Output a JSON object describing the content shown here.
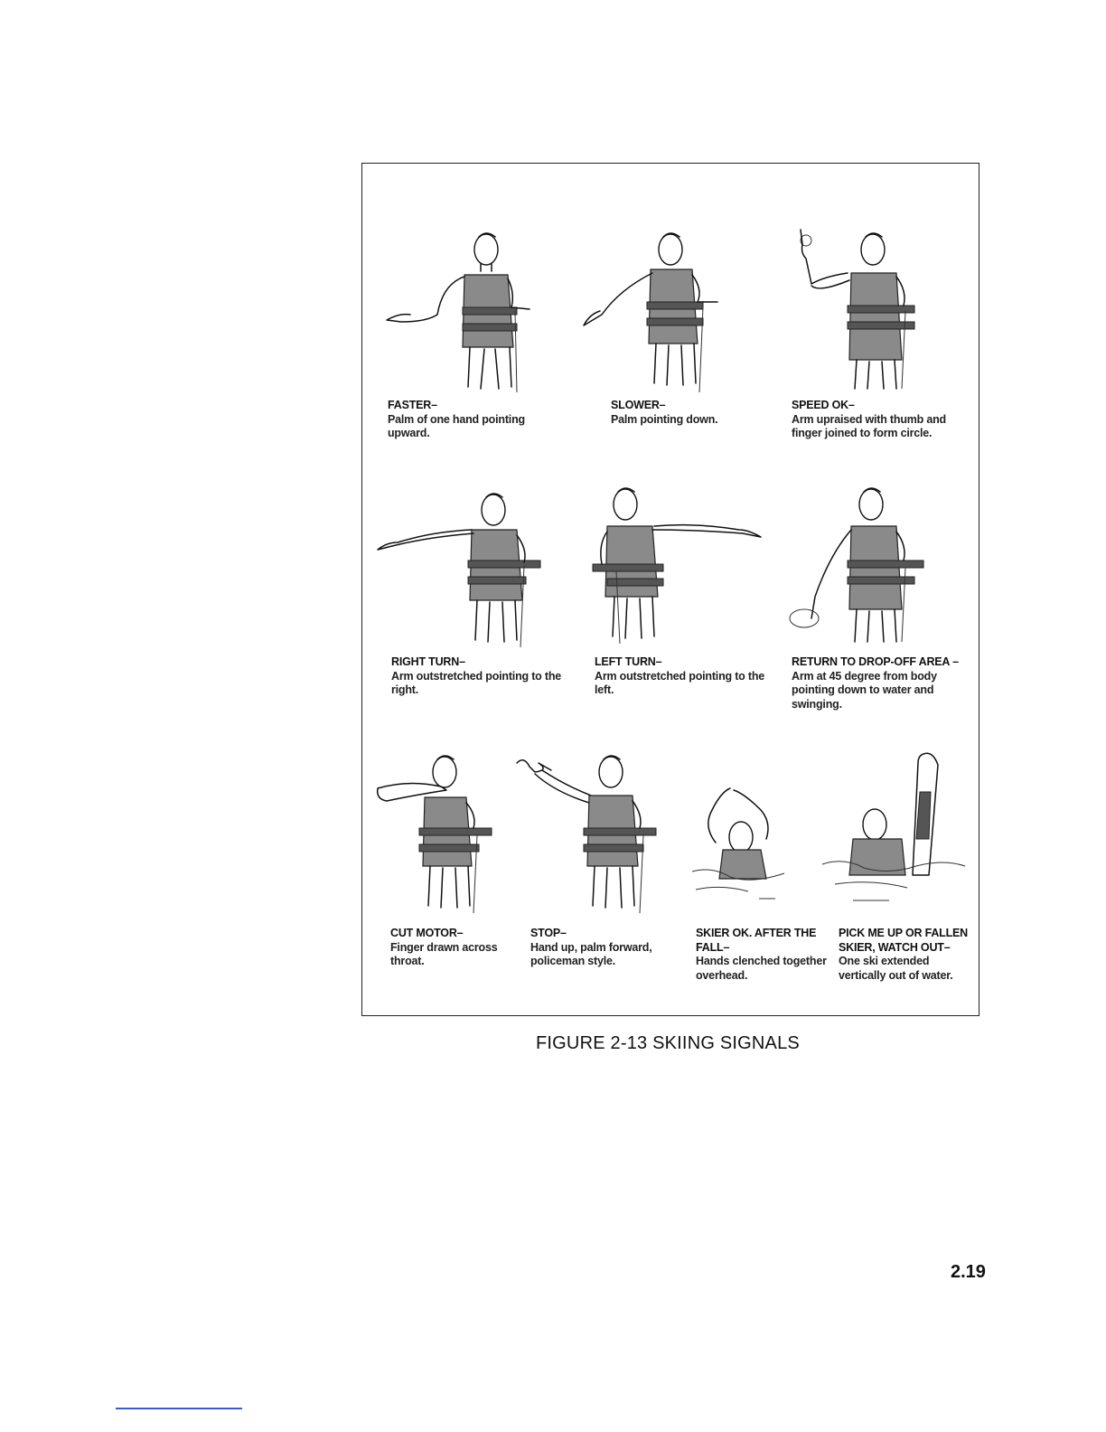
{
  "figure": {
    "title": "FIGURE 2-13 SKIING SIGNALS",
    "signals": [
      {
        "title": "FASTER–",
        "desc": "Palm of one hand pointing upward.",
        "icon": "faster-signal-figure"
      },
      {
        "title": "SLOWER–",
        "desc": "Palm pointing down.",
        "icon": "slower-signal-figure"
      },
      {
        "title": "SPEED OK–",
        "desc": "Arm upraised with thumb and finger joined to form circle.",
        "icon": "speed-ok-signal-figure"
      },
      {
        "title": "RIGHT TURN–",
        "desc": "Arm outstretched pointing to the right.",
        "icon": "right-turn-signal-figure"
      },
      {
        "title": "LEFT TURN–",
        "desc": "Arm outstretched pointing to the left.",
        "icon": "left-turn-signal-figure"
      },
      {
        "title": "RETURN TO DROP-OFF AREA –",
        "desc": "Arm at 45 degree from body pointing down to water and swinging.",
        "icon": "return-signal-figure"
      },
      {
        "title": "CUT MOTOR–",
        "desc": "Finger drawn across throat.",
        "icon": "cut-motor-signal-figure"
      },
      {
        "title": "STOP–",
        "desc": "Hand up, palm forward, policeman style.",
        "icon": "stop-signal-figure"
      },
      {
        "title": "SKIER OK. AFTER THE FALL–",
        "desc": "Hands clenched together overhead.",
        "icon": "skier-ok-signal-figure"
      },
      {
        "title": "PICK ME UP OR FALLEN SKIER, WATCH OUT–",
        "desc": "One ski extended vertically out of water.",
        "icon": "pick-me-up-signal-figure"
      }
    ]
  },
  "page_number": "2.19"
}
